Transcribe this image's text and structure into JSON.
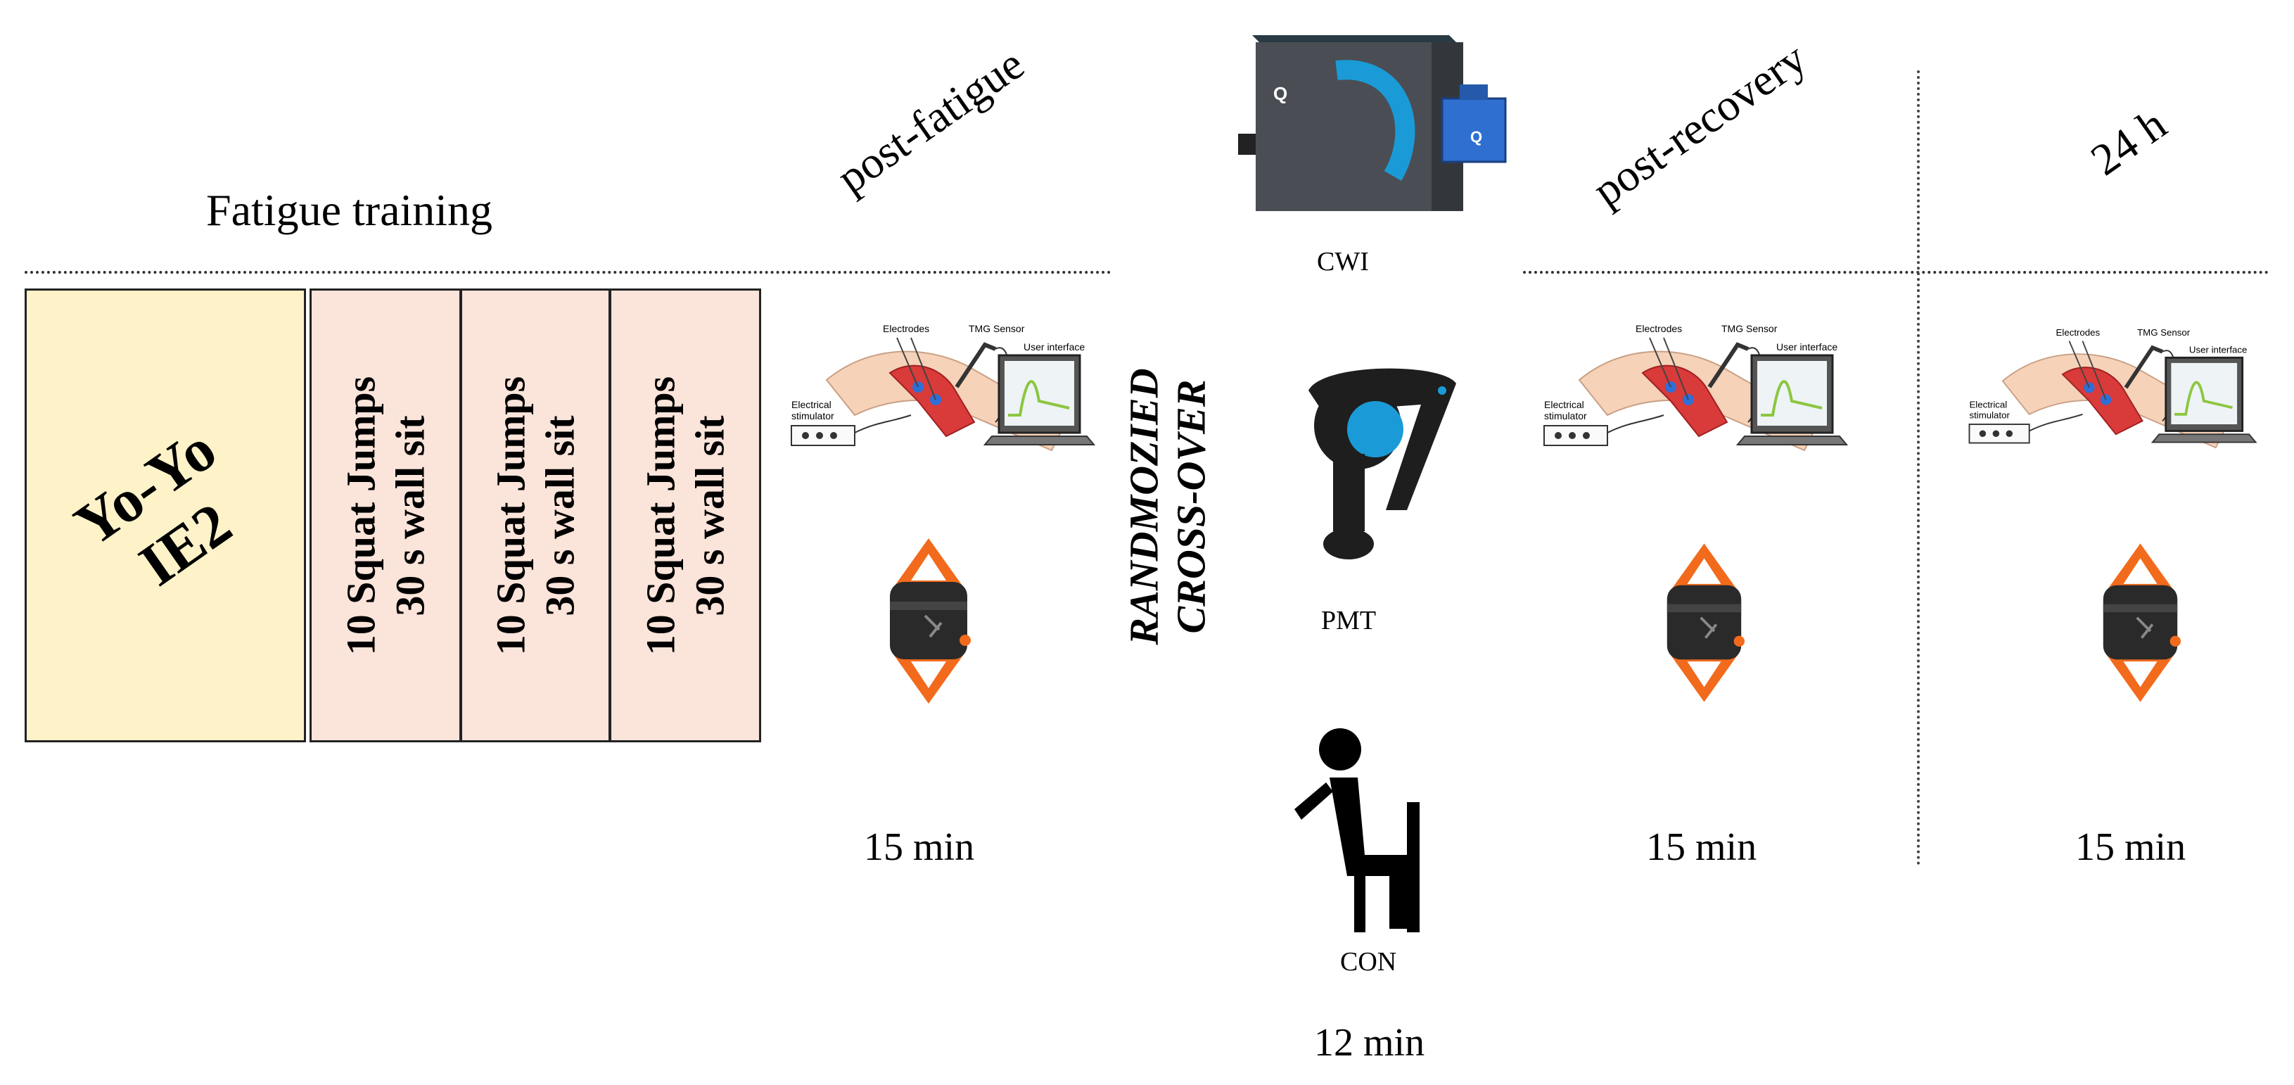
{
  "phases": {
    "fatigue_title": "Fatigue training",
    "post_fatigue": "post-fatigue",
    "post_recovery": "post-recovery",
    "h24": "24 h"
  },
  "blocks": {
    "yoyo": {
      "line1": "Yo-Yo",
      "line2": "IE2"
    },
    "squat_blocks": [
      {
        "line1": "10 Squat Jumps",
        "line2": "30 s wall sit"
      },
      {
        "line1": "10 Squat Jumps",
        "line2": "30 s wall sit"
      },
      {
        "line1": "10 Squat Jumps",
        "line2": "30 s wall sit"
      }
    ]
  },
  "crossover": {
    "line1": "RANDMOZIED",
    "line2": "CROSS-OVER"
  },
  "interventions": {
    "cwi": "CWI",
    "pmt": "PMT",
    "con": "CON",
    "con_duration": "12 min"
  },
  "tmg_labels": {
    "electrodes": "Electrodes",
    "sensor": "TMG Sensor",
    "ui": "User interface",
    "stim1": "Electrical",
    "stim2": "stimulator"
  },
  "durations": {
    "post_fatigue": "15 min",
    "post_recovery": "15 min",
    "h24": "15 min"
  },
  "colors": {
    "yoyo_fill": "#fdf2c8",
    "squat_fill": "#fbe4da",
    "device_orange": "#f26a1b",
    "tub_gray": "#4a4e54",
    "massage_blue": "#1a9bd7"
  }
}
